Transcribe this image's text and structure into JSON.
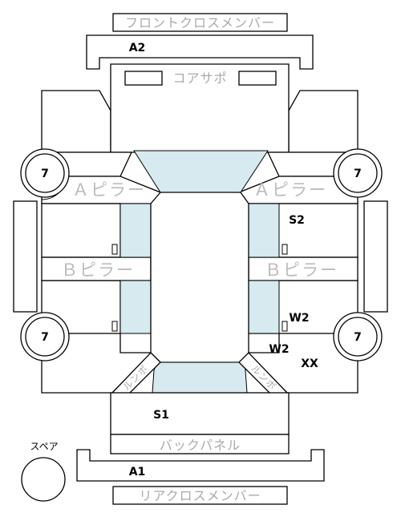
{
  "labels": {
    "front_cross_member": "フロントクロスメンバー",
    "core_support": "コアサポ",
    "back_panel": "バックパネル",
    "rear_cross_member": "リアクロスメンバー",
    "spare": "スペア",
    "a_pillar": "Ａピラー",
    "b_pillar": "Ｂピラー",
    "lumbo": "ルンボ"
  },
  "marks": {
    "front_member": "A2",
    "rear_member": "A1",
    "right_upper_door": "S2",
    "right_lower_door_inner": "W2",
    "right_rear_quarter": "W2",
    "right_rear_quarter_extra": "XX",
    "trunk": "S1"
  },
  "wheels": {
    "front_left": "7",
    "front_right": "7",
    "rear_left": "7",
    "rear_right": "7"
  },
  "colors": {
    "glass": "#d6eaf0",
    "outline": "#000000",
    "label_gray": "#aaaaaa"
  }
}
